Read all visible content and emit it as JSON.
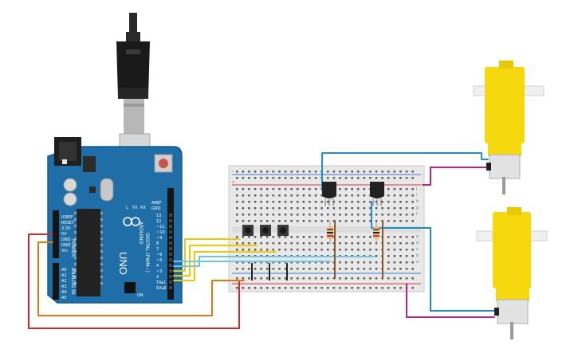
{
  "arduino": {
    "board_name": "UNO",
    "brand": "ARDUINO",
    "aref": "AREF",
    "gnd": "GND",
    "digital_header": "DIGITAL (PWM~)",
    "power_header": "POWER",
    "analog_header": "ANALOG IN",
    "tx": "TX",
    "rx": "RX",
    "l_label": "L",
    "on_label": "ON",
    "digital_pins": [
      "13",
      "12",
      "~11",
      "~10",
      "~9",
      "8",
      "7",
      "~6",
      "~5",
      "4",
      "~3",
      "2",
      "TX▸1",
      "RX◂0"
    ],
    "power_pins": [
      "IOREF",
      "RESET",
      "3.3V",
      "5V",
      "GND",
      "GND",
      "Vin"
    ],
    "analog_pins": [
      "A0",
      "A1",
      "A2",
      "A3",
      "A4",
      "A5"
    ]
  },
  "breadboard": {
    "row_letters_left": [
      "j",
      "i",
      "h",
      "g",
      "f",
      "e",
      "d",
      "c",
      "b",
      "a"
    ],
    "plus": "+",
    "minus": "−"
  },
  "colors": {
    "wire_red": "#d9262a",
    "wire_orange": "#e07a10",
    "wire_yellow": "#f0c800",
    "wire_lightblue": "#6ec6e6",
    "wire_blue": "#1e8fcc",
    "wire_magenta": "#c2227e",
    "board_blue": "#1f6ea8",
    "motor_yellow": "#f5d90e"
  },
  "icons": {
    "usb_plug": "usb-plug-icon",
    "pushbutton": "pushbutton-icon",
    "transistor": "transistor-icon",
    "resistor": "resistor-icon",
    "motor": "motor-icon"
  }
}
